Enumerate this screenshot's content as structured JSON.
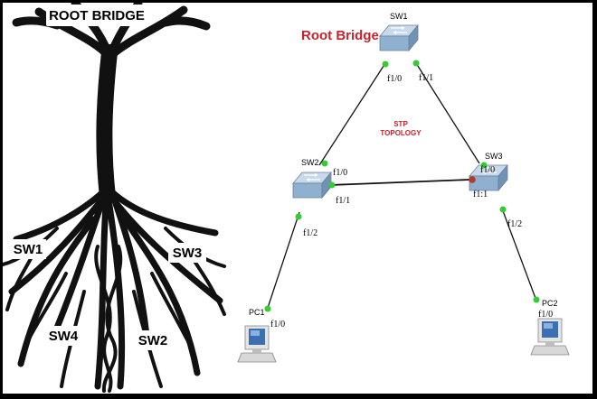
{
  "tree": {
    "title": "ROOT BRIDGE",
    "labels": [
      "SW1",
      "SW3",
      "SW4",
      "SW2"
    ]
  },
  "topology": {
    "heading": "Root Bridge",
    "caption_line1": "STP",
    "caption_line2": "TOPOLOGY",
    "colors": {
      "heading": "#c0262d",
      "port_forwarding": "#33cc33",
      "port_blocking": "#b5382b",
      "link": "#000000"
    },
    "devices": {
      "sw1": "SW1",
      "sw2": "SW2",
      "sw3": "SW3",
      "pc1": "PC1",
      "pc2": "PC2"
    },
    "ports": {
      "sw1_left": "f1/0",
      "sw1_right": "f1/1",
      "sw2_top": "f1/0",
      "sw2_right": "f1/1",
      "sw2_bottom": "f1/2",
      "sw3_top": "f1/0",
      "sw3_left": "f1:1",
      "sw3_bottom": "f1/2",
      "pc1": "f1/0",
      "pc2": "f1/0"
    }
  }
}
